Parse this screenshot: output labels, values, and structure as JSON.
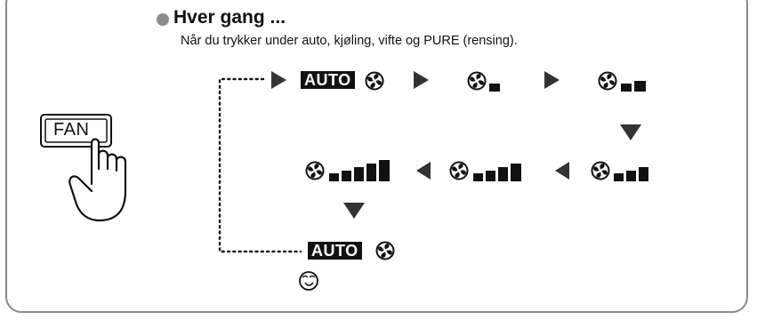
{
  "header": {
    "title": "Hver gang ...",
    "subtitle": "Når du trykker under auto, kjøling, vifte og PURE (rensing)."
  },
  "button": {
    "label": "FAN"
  },
  "sequence": [
    {
      "mode": "auto",
      "label": "AUTO",
      "fan_level": 0
    },
    {
      "mode": "fan",
      "fan_level": 1
    },
    {
      "mode": "fan",
      "fan_level": 2
    },
    {
      "mode": "fan",
      "fan_level": 3
    },
    {
      "mode": "fan",
      "fan_level": 4
    },
    {
      "mode": "fan",
      "fan_level": 5
    },
    {
      "mode": "auto",
      "label": "AUTO",
      "fan_level": 0,
      "quiet": true
    }
  ],
  "colors": {
    "ink": "#111111",
    "border": "#8a8a8a",
    "bullet": "#8c8c8c",
    "arrow": "#333333"
  },
  "icons": [
    "fan-icon",
    "quiet-face-icon",
    "hand-pointer-icon",
    "triangle-arrow-icon"
  ]
}
